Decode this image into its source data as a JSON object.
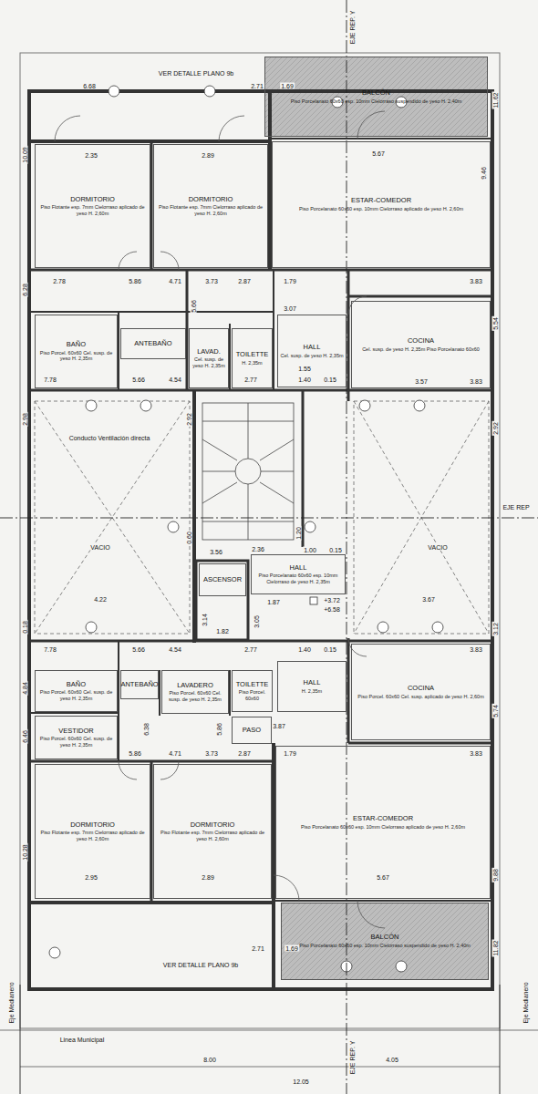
{
  "diagram": {
    "nodes": [
      {
        "text": [
          "BALCÓN",
          "Piso Porcelanato 60x60 esp. 10mm Cielorraso suspendido de yeso H. 2,40m"
        ]
      },
      {
        "text": [
          "DORMITORIO",
          "Piso Flotante esp. 7mm Cielorraso aplicado de yeso H. 2,60m"
        ]
      },
      {
        "text": [
          "DORMITORIO",
          "Piso Flotante esp. 7mm Cielorraso aplicado de yeso H. 2,60m"
        ]
      },
      {
        "text": [
          "ESTAR-COMEDOR",
          "Piso Porcelanato 60x60 esp. 10mm Cielorraso aplicado de yeso H. 2,60m"
        ]
      },
      {
        "text": [
          "BAÑO",
          "Piso Porcel. 60x60 Cel. susp. de yeso H. 2,35m"
        ]
      },
      {
        "text": [
          "ANTEBAÑO"
        ]
      },
      {
        "text": [
          "LAVAD.",
          "Cel. susp. de yeso H. 2,35m"
        ]
      },
      {
        "text": [
          "TOILETTE",
          "H. 2,35m"
        ]
      },
      {
        "text": [
          "HALL",
          "Cel. susp. de yeso H. 2,35m"
        ]
      },
      {
        "text": [
          "COCINA",
          "Cel. susp. de yeso H. 2,35m Piso Porcelanato 60x60"
        ]
      },
      {
        "text": [
          "HALL",
          "Piso Porcelanato 60x60 esp. 10mm Cielorraso de yeso H. 2,35m"
        ]
      },
      {
        "text": [
          "ASCENSOR"
        ]
      },
      {
        "text": [
          "BAÑO",
          "Piso Porcel. 60x60 Cel. susp. de yeso H. 2,35m"
        ]
      },
      {
        "text": [
          "ANTEBAÑO"
        ]
      },
      {
        "text": [
          "LAVADERO",
          "Piso Porcel. 60x60 Cel. susp. de yeso H. 2,35m"
        ]
      },
      {
        "text": [
          "TOILETTE",
          "Piso Porcel. 60x60"
        ]
      },
      {
        "text": [
          "PASO"
        ]
      },
      {
        "text": [
          "HALL",
          "H. 2,35m"
        ]
      },
      {
        "text": [
          "COCINA",
          "Piso Porcel. 60x60 Cel. susp. aplicado de yeso H. 2,60m"
        ]
      },
      {
        "text": [
          "VESTIDOR",
          "Piso Porcel. 60x60 Cel. susp. de yeso H. 2,35m"
        ]
      },
      {
        "text": [
          "DORMITORIO",
          "Piso Flotante esp. 7mm Cielorraso aplicado de yeso H. 2,60m"
        ]
      },
      {
        "text": [
          "DORMITORIO",
          "Piso Flotante esp. 7mm Cielorraso aplicado de yeso H. 2,60m"
        ]
      },
      {
        "text": [
          "ESTAR-COMEDOR",
          "Piso Porcelanato 60x60 esp. 10mm Cielorraso aplicado de yeso H. 2,60m"
        ]
      },
      {
        "text": [
          "BALCÓN",
          "Piso Porcelanato 60x60 esp. 10mm Cielorraso suspendido de yeso H. 2,40m"
        ]
      }
    ],
    "labels": [
      "6.68",
      "2.71",
      "1.69",
      "11.62",
      "EJE REP. Y",
      "10.09",
      "2.35",
      "2.89",
      "5.67",
      "9.46",
      "6.28",
      "5.86",
      "4.71",
      "3.73",
      "2.87",
      "1.79",
      "3.83",
      "2.78",
      "5.54",
      "5.66",
      "3.07",
      "1.55",
      "1.40",
      "0.15",
      "3.57",
      "3.83",
      "7.78",
      "5.66",
      "4.54",
      "2.77",
      "2.92",
      "2.98",
      "2.92",
      "Conducto Ventilación directa",
      "VACIO",
      "VACIO",
      "EJE REP",
      "3.56",
      "2.36",
      "1.00",
      "0.15",
      "0.60",
      "1.20",
      "1.82",
      "3.14",
      "3.05",
      "1.87",
      "+3.72",
      "+6.58",
      "4.22",
      "3.67",
      "3.12",
      "0.18",
      "7.78",
      "5.66",
      "4.54",
      "2.77",
      "1.40",
      "0.15",
      "3.83",
      "4.84",
      "6.46",
      "5.86",
      "6.38",
      "4.71",
      "3.73",
      "2.87",
      "1.79",
      "3.83",
      "5.74",
      "5.86",
      "3.87",
      "2.95",
      "2.89",
      "5.67",
      "10.28",
      "9.88",
      "2.71",
      "1.69",
      "11.82",
      "Linea Municipal",
      "8.00",
      "4.05",
      "12.05",
      "Eje Medianero",
      "Eje Medianero",
      "EJE REP. Y",
      "VER DETALLE PLANO 9b",
      "VER DETALLE PLANO 9b"
    ]
  }
}
